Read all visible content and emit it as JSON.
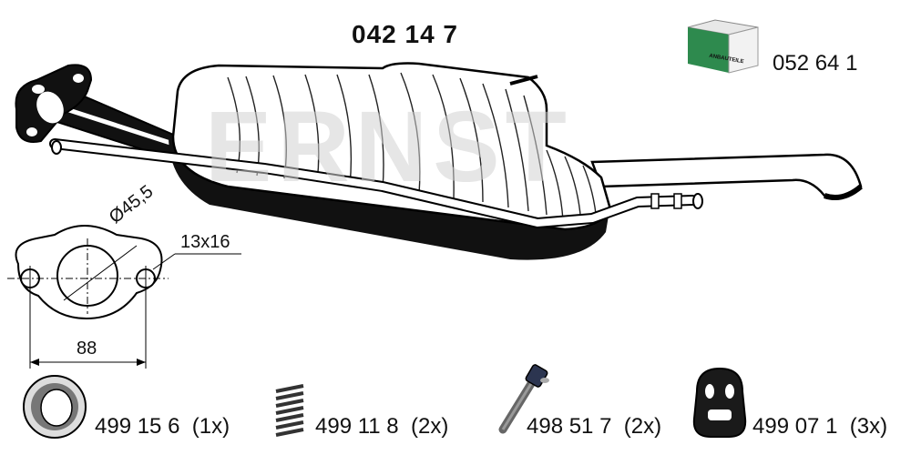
{
  "header": {
    "part_number": "042 14 7",
    "kit_number": "052 64 1",
    "kit_box_text": "ANBAUTEILE",
    "watermark": "ERNST"
  },
  "flange_drawing": {
    "diameter_label": "Ø45,5",
    "hole_label": "13x16",
    "width_label": "88"
  },
  "accessories": [
    {
      "icon": "gasket-ring-icon",
      "part": "499 15 6",
      "qty": "(1x)"
    },
    {
      "icon": "spring-icon",
      "part": "499 11 8",
      "qty": "(2x)"
    },
    {
      "icon": "bolt-icon",
      "part": "498 51 7",
      "qty": "(2x)"
    },
    {
      "icon": "rubber-hanger-icon",
      "part": "499 07 1",
      "qty": "(3x)"
    }
  ]
}
